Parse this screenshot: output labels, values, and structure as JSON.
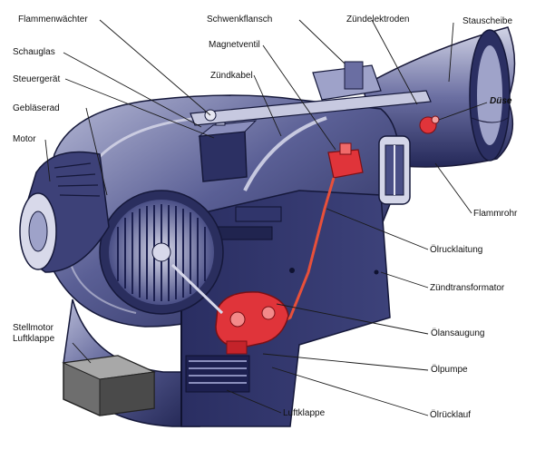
{
  "labels": {
    "flammenwaechter": "Flammenwächter",
    "schauglas": "Schauglas",
    "steuergeraet": "Steuergerät",
    "geblaeserad": "Gebläserad",
    "motor": "Motor",
    "schwenkflansch": "Schwenkflansch",
    "magnetventil": "Magnetventil",
    "zuendkabel": "Zündkabel",
    "zuendelektroden": "Zündelektroden",
    "stauscheibe": "Stauscheibe",
    "duese": "Düse",
    "flammrohr": "Flammrohr",
    "oelruecklaufleitung": "Ölrucklaitung",
    "zuendtransformator": "Zündtransformator",
    "oelansaugung": "Ölansaugung",
    "oelpumpe": "Ölpumpe",
    "oelruecklauf": "Ölrücklauf",
    "luftklappe": "Luftklappe",
    "stellmotor_line1": "Stellmotor",
    "stellmotor_line2": "Luftklappe"
  },
  "colors": {
    "body_dark": "#262a5c",
    "body_mid": "#414680",
    "body_light": "#8e92bf",
    "body_pale": "#c9cbe0",
    "highlight_red": "#e0343a",
    "oil_line": "#e8503a",
    "leader": "#1a1a1a"
  }
}
